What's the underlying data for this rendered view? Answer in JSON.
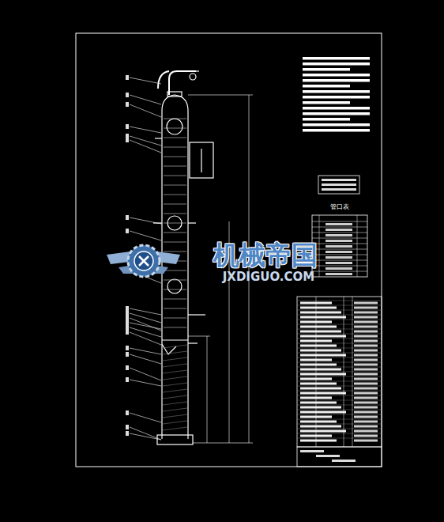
{
  "diagram": {
    "labels": [
      "管口表",
      "机械帝国",
      "JXDIGUO.COM"
    ]
  }
}
